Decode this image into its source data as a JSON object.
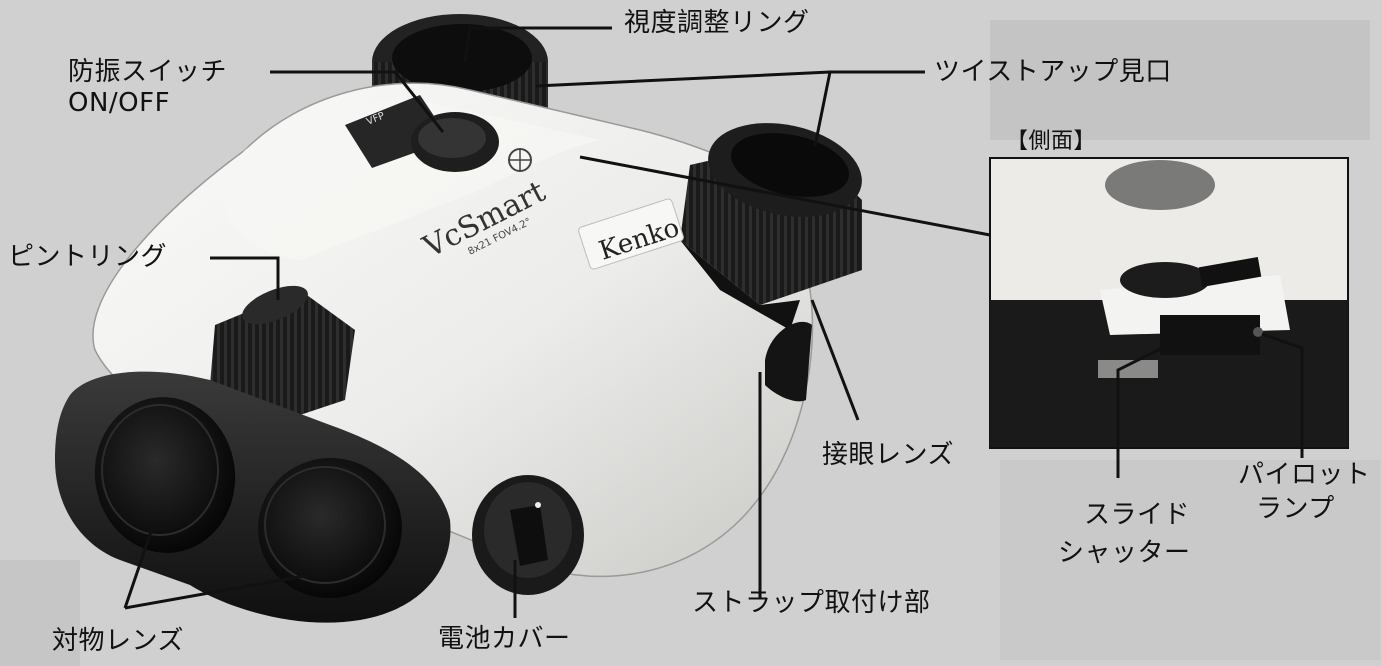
{
  "labels": {
    "diopter_ring": "視度調整リング",
    "stabilizer_switch": "防振スイッチ",
    "stabilizer_switch_state": "ON/OFF",
    "twist_up_eyecup": "ツイストアップ見口",
    "side_view": "【側面】",
    "focus_ring": "ピントリング",
    "eyepiece_lens": "接眼レンズ",
    "pilot_lamp_line1": "パイロット",
    "pilot_lamp_line2": "ランプ",
    "slide_shutter_line1": "スライド",
    "slide_shutter_line2": "シャッター",
    "strap_mount": "ストラップ取付け部",
    "objective_lens": "対物レンズ",
    "battery_cover": "電池カバー"
  },
  "product_markings": {
    "model": "VcSmart",
    "spec": "8x21 FOV4.2°",
    "brand": "Kenko",
    "switch_tag": "VFP"
  },
  "colors": {
    "background": "#d2d2d2",
    "body": "#efefec",
    "rubber": "#1c1c1c",
    "line": "#111111"
  }
}
